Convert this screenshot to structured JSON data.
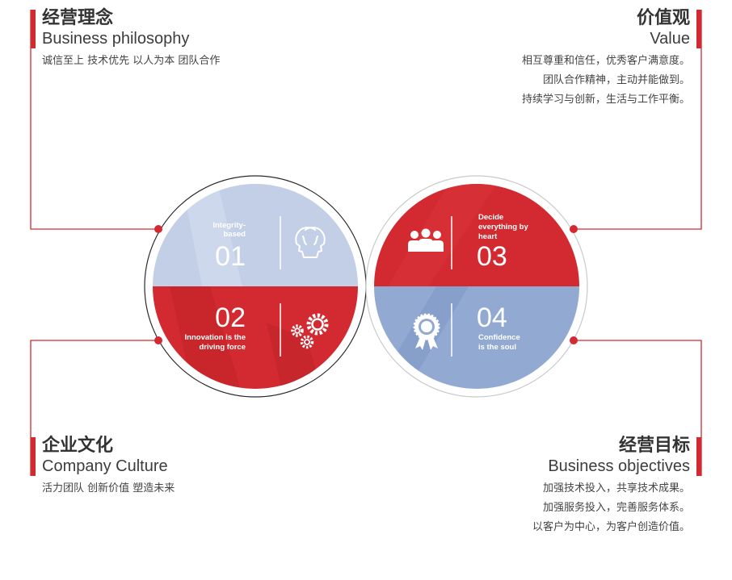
{
  "colors": {
    "red": "#d22a30",
    "blue": "#92a9d2",
    "light_blue": "#c3cfe6",
    "text": "#333333"
  },
  "blocks": {
    "philosophy": {
      "title": "经营理念",
      "subtitle": "Business philosophy",
      "lines": [
        "诚信至上 技术优先 以人为本 团队合作"
      ]
    },
    "value": {
      "title": "价值观",
      "subtitle": "Value",
      "lines": [
        "相互尊重和信任，优秀客户满意度。",
        "团队合作精神，主动并能做到。",
        "持续学习与创新，生活与工作平衡。"
      ]
    },
    "culture": {
      "title": "企业文化",
      "subtitle": "Company Culture",
      "lines": [
        "活力团队 创新价值 塑造未来"
      ]
    },
    "objectives": {
      "title": "经营目标",
      "subtitle": "Business objectives",
      "lines": [
        "加强技术投入，共享技术成果。",
        "加强服务投入，完善服务体系。",
        "以客户为中心，为客户创造价值。"
      ]
    }
  },
  "quadrants": {
    "q1": {
      "number": "01",
      "label_lines": [
        "Integrity-",
        "based"
      ],
      "icon": "heads-icon"
    },
    "q2": {
      "number": "02",
      "label_lines": [
        "Innovation is the",
        "driving force"
      ],
      "icon": "gears-icon"
    },
    "q3": {
      "number": "03",
      "label_lines": [
        "Decide",
        "everything by",
        "heart"
      ],
      "icon": "team-icon"
    },
    "q4": {
      "number": "04",
      "label_lines": [
        "Confidence",
        "is the soul"
      ],
      "icon": "award-icon"
    }
  }
}
